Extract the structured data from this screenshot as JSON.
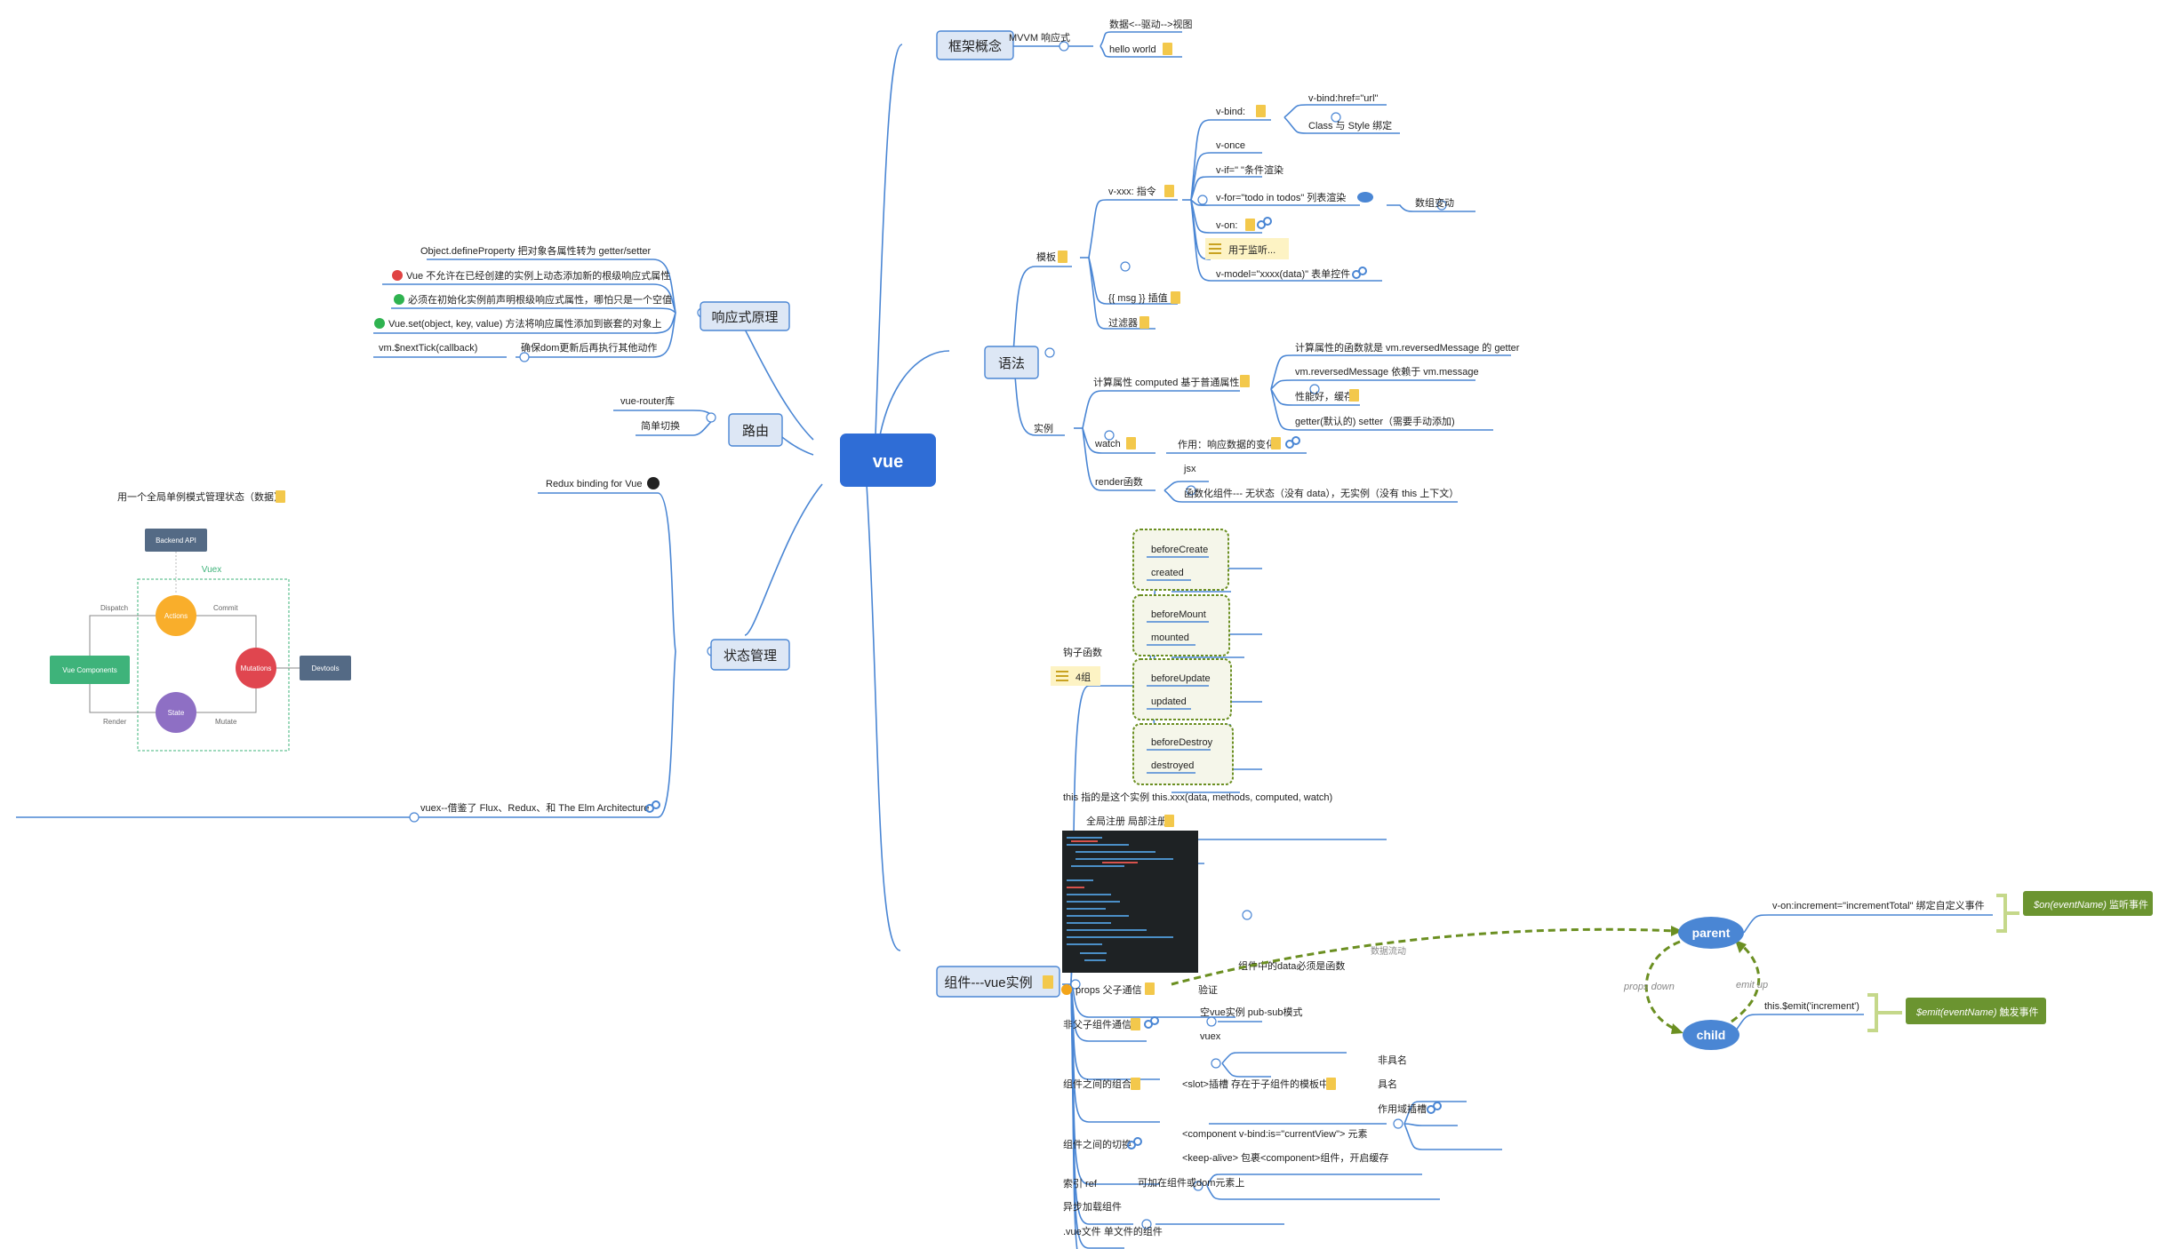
{
  "colors": {
    "line": "#4a86d4",
    "branch_fill": "#dde7f5",
    "branch_stroke": "#4a86d4",
    "root_fill": "#2f6dd6",
    "note_fill": "#fdf3c4",
    "note_icon": "#f3c84b",
    "hook_border": "#6b8f21",
    "hook_fill": "#f5f6ea",
    "pc_blue": "#4a86d4",
    "pc_dash": "#6b8f21",
    "pc_tag": "#6b9430",
    "vuex_green": "#3eb37a"
  },
  "root": {
    "label": "vue"
  },
  "branches": {
    "framework": "框架概念",
    "syntax": "语法",
    "reactive": "响应式原理",
    "router": "路由",
    "state": "状态管理",
    "component": "组件---vue实例"
  },
  "labels": {
    "mvvm": "MVVM 响应式",
    "data_view": "数据<--驱动-->视图",
    "hello": "hello world",
    "template": "模板",
    "instance": "实例",
    "vxxx": "v-xxx:  指令",
    "vbind": "v-bind:",
    "vbind_href": "v-bind:href=\"url\"",
    "class_style": "Class 与 Style 绑定",
    "vonce": "v-once",
    "vif": "v-if=\" \"条件渲染",
    "vfor": "v-for=\"todo in todos\" 列表渲染",
    "array_change": "数组变动",
    "von": "v-on:",
    "listen": "用于监听...",
    "vmodel": "v-model=\"xxxx(data)\" 表单控件",
    "interp": "{{ msg }} 插值",
    "filter": "过滤器",
    "computed": "计算属性 computed  基于普通属性",
    "computed_c1": "计算属性的函数就是 vm.reversedMessage 的 getter",
    "computed_c2": "vm.reversedMessage 依赖于 vm.message",
    "computed_c3": "性能好，缓存",
    "computed_c4": "getter(默认的) setter（需要手动添加)",
    "watch": "watch",
    "watch_c": "作用：响应数据的变化",
    "render": "render函数",
    "jsx": "jsx",
    "functional": "函数化组件--- 无状态（没有 data），无实例（没有 this 上下文）",
    "r1": "Object.defineProperty 把对象各属性转为 getter/setter",
    "r2": "Vue 不允许在已经创建的实例上动态添加新的根级响应式属性",
    "r3": "必须在初始化实例前声明根级响应式属性，哪怕只是一个空值",
    "r4": "Vue.set(object, key, value) 方法将响应属性添加到嵌套的对象上",
    "r5": "确保dom更新后再执行其他动作",
    "r5b": "vm.$nextTick(callback)",
    "router1": "vue-router库",
    "router2": "简单切换",
    "redux": "Redux binding for Vue",
    "state_note": "用一个全局单例模式管理状态（数据）",
    "vuex_desc": "vuex--借鉴了 Flux、Redux、和 The Elm Architecture",
    "hooks": "钩子函数",
    "hooks_note": "4组",
    "hook_items": [
      "beforeCreate",
      "created",
      "beforeMount",
      "mounted",
      "beforeUpdate",
      "updated",
      "beforeDestroy",
      "destroyed"
    ],
    "this_is": "this 指的是这个实例 this.xxx(data,  methods,  computed,  watch)",
    "register": "全局注册 局部注册",
    "data_fn": "组件中的data必须是函数",
    "props": "props 父子通信",
    "validate": "验证",
    "nonparent": "非父子组件通信",
    "empty_vue": "空vue实例  pub-sub模式",
    "vuex": "vuex",
    "compose": "组件之间的组合",
    "slot": "<slot>插槽 存在于子组件的模板中",
    "slot1": "非具名",
    "slot2": "具名",
    "slot3": "作用域插槽",
    "switch": "组件之间的切换",
    "switch1": "<component v-bind:is=\"currentView\"> 元素",
    "switch2": "<keep-alive> 包裹<component>组件，开启缓存",
    "ref": "索引 ref",
    "ref_c": "可加在组件或dom元素上",
    "async": "异步加载组件",
    "vuefile": ".vue文件 单文件的组件"
  },
  "vuex_diagram": {
    "title": "Vuex",
    "backend": "Backend API",
    "actions": "Actions",
    "mutations": "Mutations",
    "state": "State",
    "components": "Vue Components",
    "devtools": "Devtools",
    "dispatch": "Dispatch",
    "commit": "Commit",
    "mutate": "Mutate",
    "render": "Render"
  },
  "parent_child": {
    "parent": "parent",
    "child": "child",
    "data_flow": "数据流动",
    "props_down": "props down",
    "emit_up": "emit up",
    "von_increment": "v-on:increment=\"incrementTotal\"  绑定自定义事件",
    "emit_increment": "this.$emit('increment')",
    "on_tag_em": "$on(eventName)",
    "on_tag_txt": " 监听事件",
    "emit_tag_em": "$emit(eventName)",
    "emit_tag_txt": " 触发事件"
  }
}
